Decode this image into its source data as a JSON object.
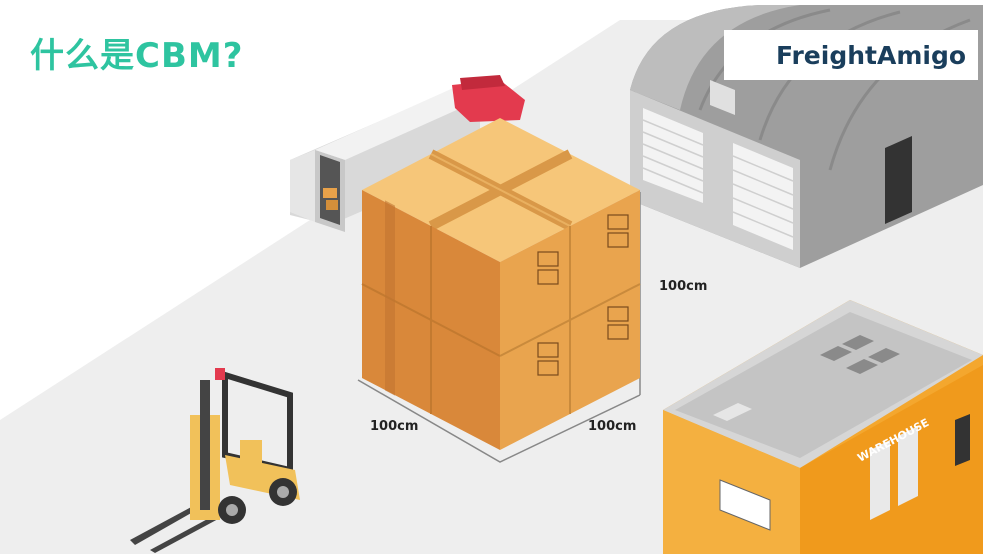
{
  "title": "什么是CBM?",
  "logo": {
    "text": "FreightAmigo",
    "icon": "freightamigo-logo-icon"
  },
  "dimensions": {
    "height": "100cm",
    "width": "100cm",
    "depth": "100cm"
  },
  "warehouse_sign": "WAREHOUSE",
  "colors": {
    "title": "#2ec4a0",
    "brand_dark": "#1a3e5c",
    "brand_teal": "#1aa69a",
    "box": "#e8a24a",
    "warehouse_orange": "#f4a72e"
  }
}
